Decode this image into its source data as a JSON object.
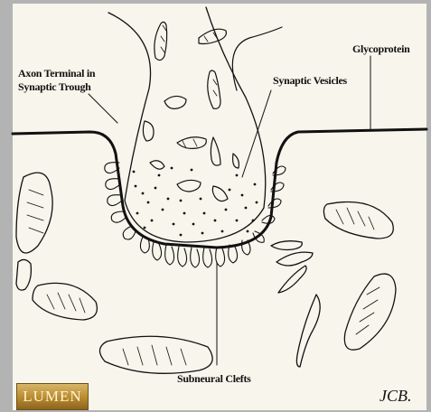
{
  "labels": {
    "axon": [
      "Axon Terminal in",
      "Synaptic Trough"
    ],
    "vesicles": "Synaptic Vesicles",
    "glyco": "Glycoprotein",
    "clefts": "Subneural Clefts"
  },
  "logo": "LUMEN",
  "signature": "JCB.",
  "colors": {
    "background": "#b3b3b3",
    "paper": "#f7f5ec",
    "ink": "#111111",
    "logo": "#b98a2e"
  }
}
